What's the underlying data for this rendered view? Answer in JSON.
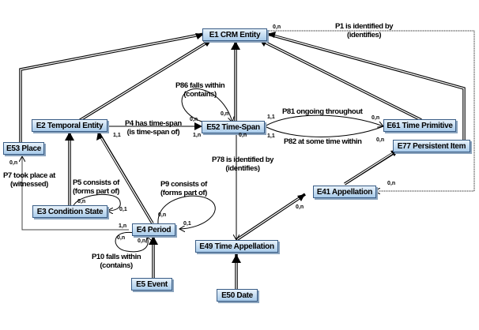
{
  "nodes": {
    "e1": "E1 CRM Entity",
    "e2": "E2 Temporal Entity",
    "e52": "E52 Time-Span",
    "e61": "E61 Time Primitive",
    "e77": "E77 Persistent Item",
    "e53": "E53 Place",
    "e3": "E3 Condition State",
    "e4": "E4 Period",
    "e41": "E41 Appellation",
    "e49": "E49 Time Appellation",
    "e5": "E5 Event",
    "e50": "E50 Date"
  },
  "properties": {
    "p1": [
      "P1 is identified by",
      "(identifies)"
    ],
    "p86": [
      "P86 falls within",
      "(contains)"
    ],
    "p4": [
      "P4 has time-span",
      "(is time-span of)"
    ],
    "p81": [
      "P81 ongoing throughout"
    ],
    "p82": [
      "P82 at some time within"
    ],
    "p78": [
      "P78 is identified by",
      "(identifies)"
    ],
    "p7": [
      "P7 took place at",
      "(witnessed)"
    ],
    "p5": [
      "P5 consists of",
      "(forms part of)"
    ],
    "p9": [
      "P9 consists of",
      "(forms part of)"
    ],
    "p10": [
      "P10 falls within",
      "(contains)"
    ]
  },
  "cardinalities": {
    "p1_e1": "0,n",
    "p1_e41": "0,n",
    "p86_a": "0,n",
    "p86_b": "0,n",
    "p4_e2": "1,1",
    "p4_e52": "1,n",
    "p81_e52": "1,1",
    "p81_e61": "0,n",
    "p82_e52": "1,1",
    "p82_e61": "0,n",
    "p78_e52": "0,n",
    "p78_e49": "0,n",
    "p7_e53": "0,n",
    "p7_e4": "1,n",
    "p5_a": "0,n",
    "p5_b": "0,1",
    "p9_a": "0,n",
    "p9_b": "0,1",
    "p10_a": "0,n",
    "p10_b": "0,n"
  }
}
